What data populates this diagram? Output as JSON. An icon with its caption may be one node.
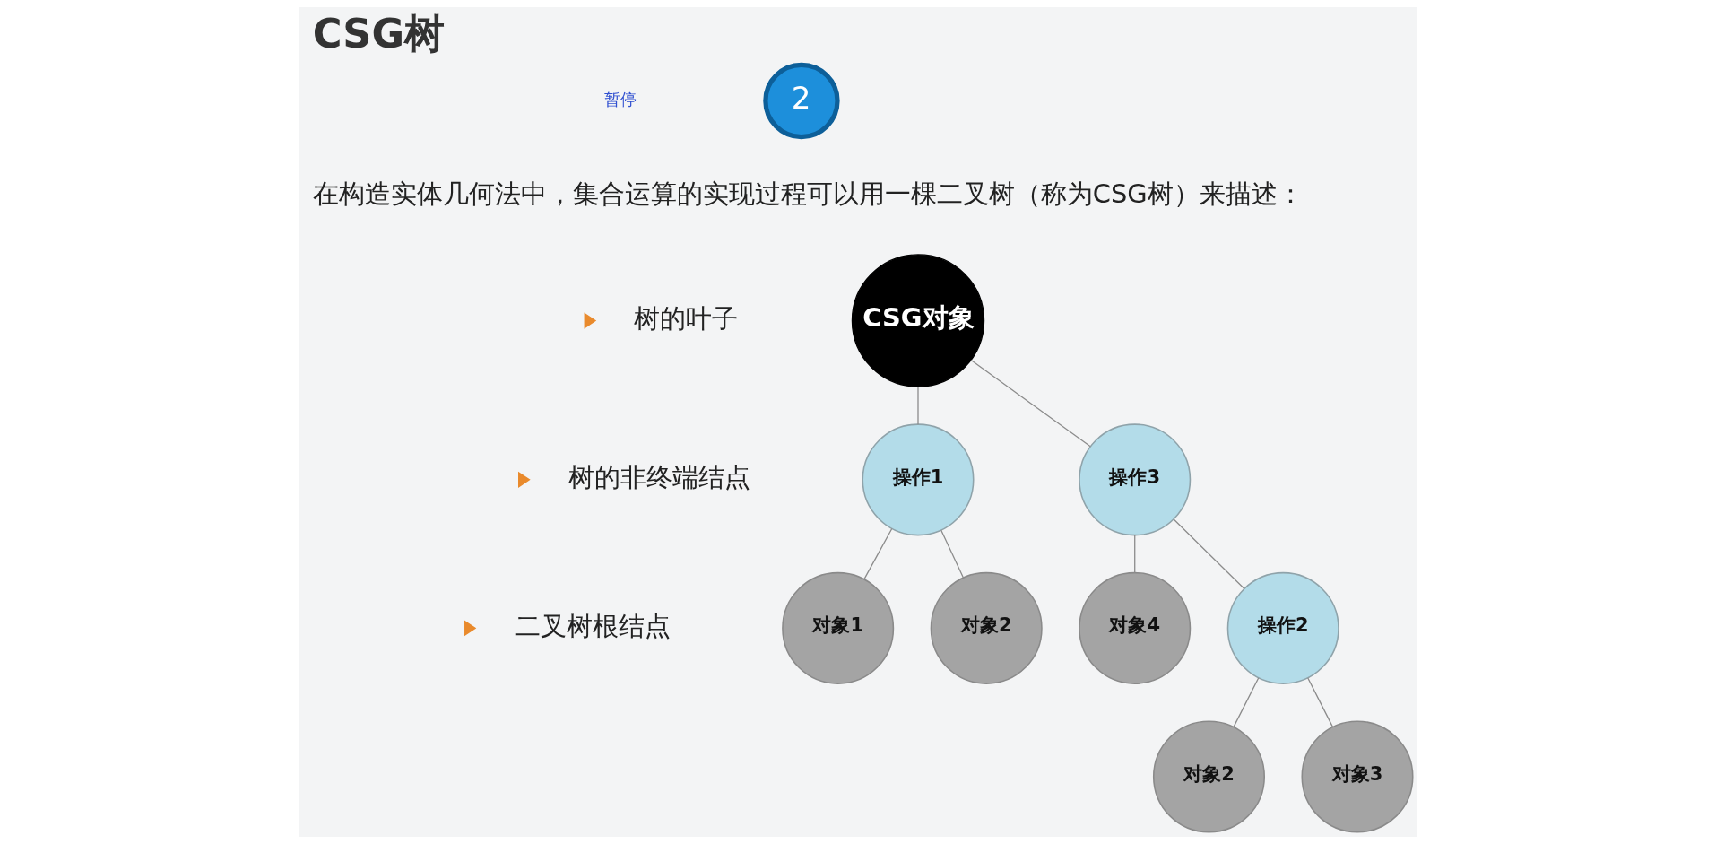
{
  "diagram": {
    "title": "CSG树",
    "nodes": [
      {
        "text": [
          "2"
        ]
      },
      {
        "text": [
          "CSG对象"
        ]
      },
      {
        "text": [
          "操作1"
        ]
      },
      {
        "text": [
          "操作3"
        ]
      },
      {
        "text": [
          "对象1"
        ]
      },
      {
        "text": [
          "对象2"
        ]
      },
      {
        "text": [
          "对象4"
        ]
      },
      {
        "text": [
          "操作2"
        ]
      },
      {
        "text": [
          "对象2"
        ]
      },
      {
        "text": [
          "对象3"
        ]
      }
    ],
    "edges": [
      {
        "from": 1,
        "to": 2,
        "arrow": "none"
      },
      {
        "from": 1,
        "to": 3,
        "arrow": "none"
      },
      {
        "from": 2,
        "to": 4,
        "arrow": "none"
      },
      {
        "from": 2,
        "to": 5,
        "arrow": "none"
      },
      {
        "from": 3,
        "to": 6,
        "arrow": "none"
      },
      {
        "from": 3,
        "to": 7,
        "arrow": "none"
      },
      {
        "from": 7,
        "to": 8,
        "arrow": "none"
      },
      {
        "from": 7,
        "to": 9,
        "arrow": "none"
      }
    ],
    "labels": [
      "暂停",
      "在构造实体几何法中，集合运算的实现过程可以用一棵二叉树（称为CSG树）来描述：",
      "树的叶子",
      "树的非终端结点",
      "二叉树根结点"
    ]
  }
}
